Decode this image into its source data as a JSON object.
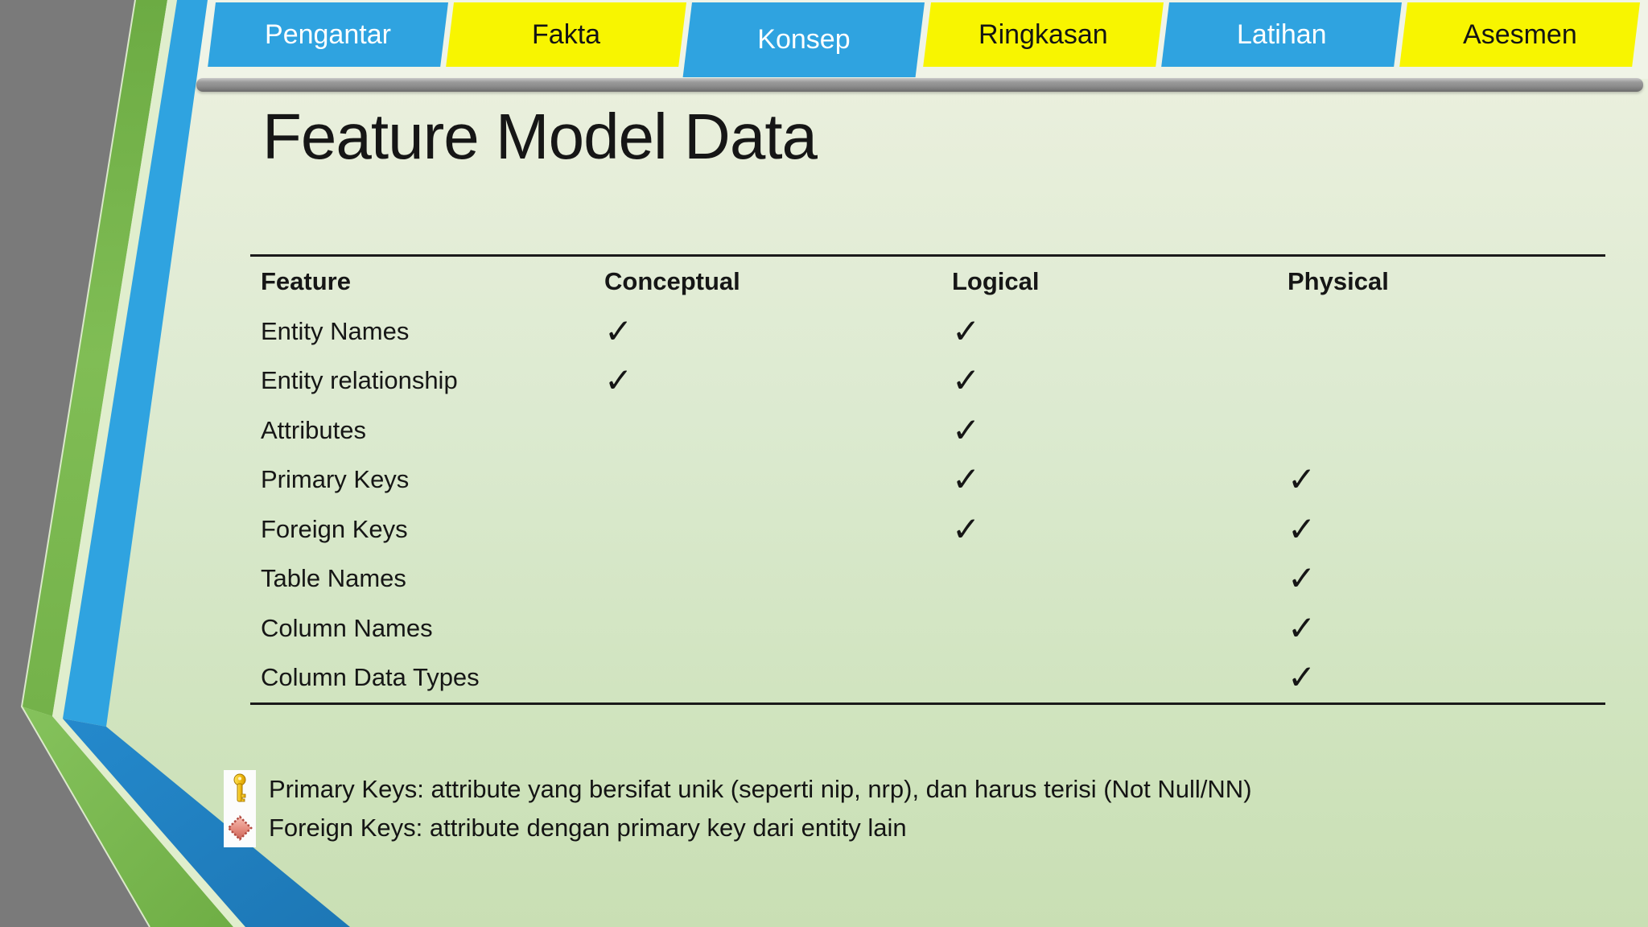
{
  "title": "Feature Model Data",
  "tabs": [
    {
      "label": "Pengantar",
      "style": "blue",
      "active": false
    },
    {
      "label": "Fakta",
      "style": "yellow",
      "active": false
    },
    {
      "label": "Konsep",
      "style": "blue",
      "active": true
    },
    {
      "label": "Ringkasan",
      "style": "yellow",
      "active": false
    },
    {
      "label": "Latihan",
      "style": "blue",
      "active": false
    },
    {
      "label": "Asesmen",
      "style": "yellow",
      "active": false
    }
  ],
  "table": {
    "headers": [
      "Feature",
      "Conceptual",
      "Logical",
      "Physical"
    ],
    "check_glyph": "✓",
    "rows": [
      {
        "feature": "Entity Names",
        "cells": [
          "✓",
          "✓",
          ""
        ]
      },
      {
        "feature": "Entity relationship",
        "cells": [
          "✓",
          "✓",
          ""
        ]
      },
      {
        "feature": "Attributes",
        "cells": [
          "",
          "✓",
          ""
        ]
      },
      {
        "feature": "Primary Keys",
        "cells": [
          "",
          "✓",
          "✓"
        ]
      },
      {
        "feature": "Foreign Keys",
        "cells": [
          "",
          "✓",
          "✓"
        ]
      },
      {
        "feature": "Table Names",
        "cells": [
          "",
          "",
          "✓"
        ]
      },
      {
        "feature": "Column Names",
        "cells": [
          "",
          "",
          "✓"
        ]
      },
      {
        "feature": "Column Data Types",
        "cells": [
          "",
          "",
          "✓"
        ]
      }
    ]
  },
  "notes": [
    {
      "icon": "key-icon",
      "text": "Primary Keys: attribute yang bersifat unik (seperti nip, nrp), dan harus terisi (Not Null/NN)"
    },
    {
      "icon": "diamond-icon",
      "text": "Foreign Keys: attribute dengan primary key dari entity lain"
    }
  ],
  "colors": {
    "tab_blue": "#2FA3E0",
    "tab_yellow": "#F8F500",
    "ribbon_green": "#78B54E",
    "ribbon_pale": "#E0EECD",
    "ribbon_blue_upper": "#2FA3E0",
    "ribbon_blue_lower": "#1F7DBD",
    "side_gray": "#7A7A7A",
    "divider_bar_gray": "#8B8B8B",
    "background_green": "#DCEAD0",
    "text_dark": "#1A1A1A",
    "key_gold": "#F2C119",
    "diamond_red": "#DD8276"
  }
}
